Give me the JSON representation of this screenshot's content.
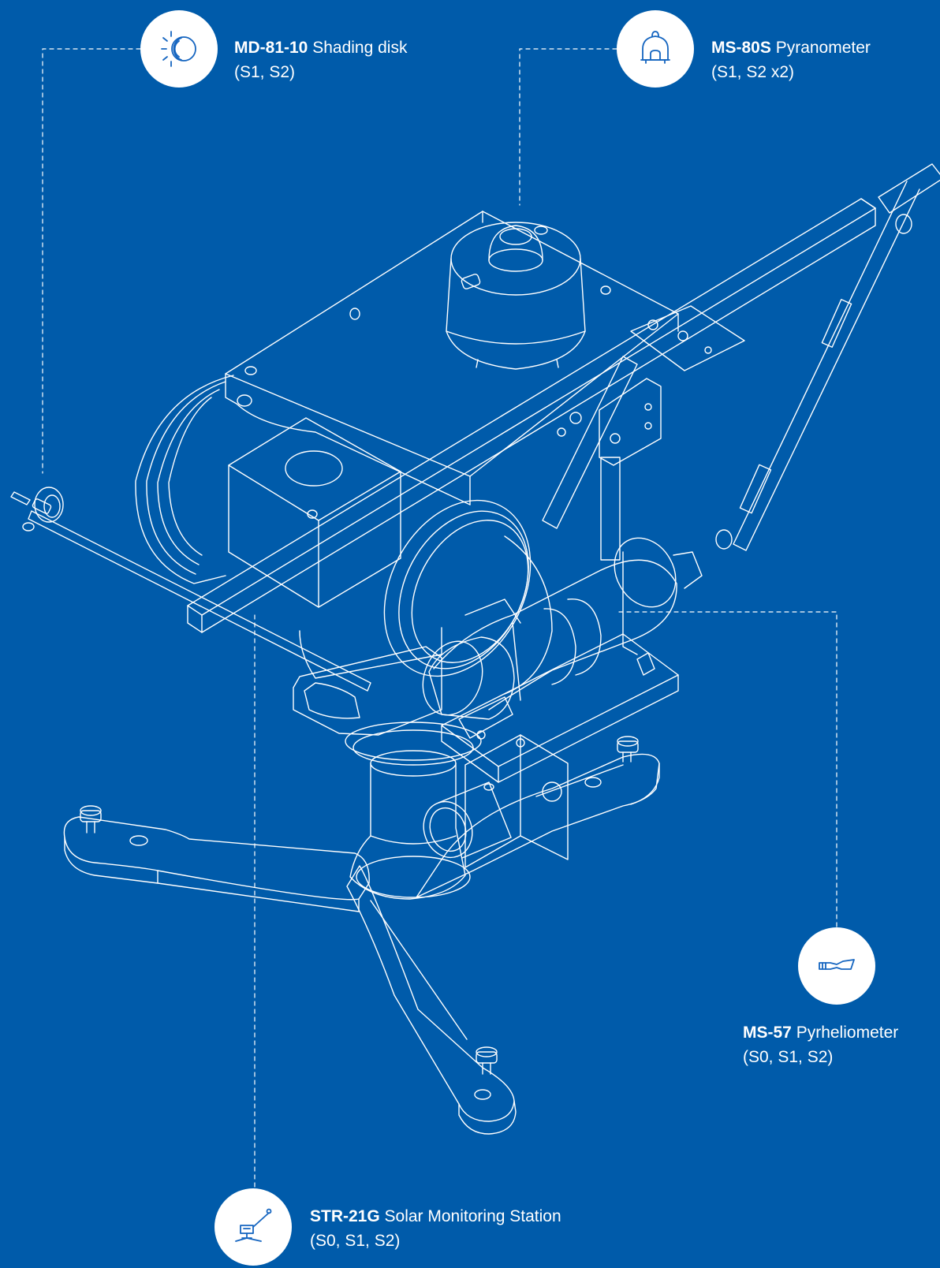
{
  "colors": {
    "background": "#005baa",
    "linework": "#ffffff",
    "icon_stroke": "#1565c0"
  },
  "callouts": [
    {
      "id": "shading-disk",
      "model": "MD-81-10",
      "name": "Shading disk",
      "stations": "(S1, S2)",
      "icon": "shading-disk-icon"
    },
    {
      "id": "pyranometer",
      "model": "MS-80S",
      "name": "Pyranometer",
      "stations": "(S1, S2 x2)",
      "icon": "pyranometer-icon"
    },
    {
      "id": "pyrheliometer",
      "model": "MS-57",
      "name": "Pyrheliometer",
      "stations": "(S0, S1, S2)",
      "icon": "pyrheliometer-icon"
    },
    {
      "id": "monitoring-station",
      "model": "STR-21G",
      "name": "Solar Monitoring Station",
      "stations": "(S0, S1, S2)",
      "icon": "monitoring-station-icon"
    }
  ]
}
